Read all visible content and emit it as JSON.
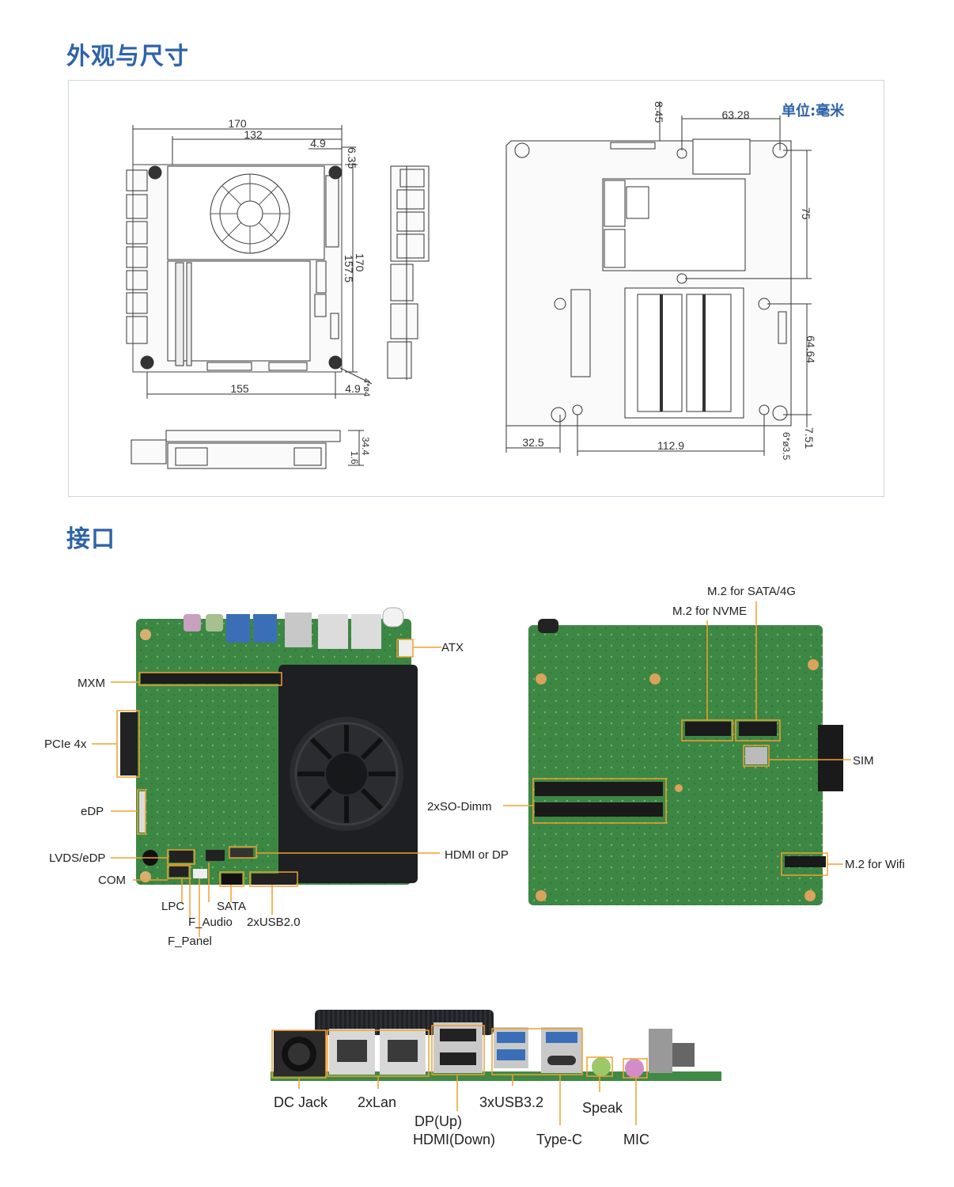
{
  "sections": {
    "dimensions_title": "外观与尺寸",
    "interfaces_title": "接口"
  },
  "unit_label": "单位:毫米",
  "colors": {
    "heading": "#2f63a8",
    "callout_line": "#f0a030",
    "pcb_green": "#3f8a45",
    "heatsink": "#1d1f22"
  },
  "dimensions_left": {
    "width_total": "170",
    "width_inner": "132",
    "offset_top": "4.9",
    "offset_corner": "6.35",
    "height_total": "170",
    "height_inner": "157.5",
    "bottom_width": "155",
    "bottom_offset": "4.9",
    "holes": "4*ø4",
    "side_height": "34.4",
    "side_thickness": "1.6"
  },
  "dimensions_right": {
    "top_offset": "8.45",
    "top_width": "63.28",
    "right_height_top": "75",
    "right_height_mid": "64.64",
    "right_bottom": "7.51",
    "holes": "6*ø3.5",
    "bottom_left": "32.5",
    "bottom_width": "112.9"
  },
  "front_labels": {
    "atx": "ATX",
    "mxm": "MXM",
    "pcie": "PCIe 4x",
    "edp": "eDP",
    "lvds": "LVDS/eDP",
    "com": "COM",
    "lpc": "LPC",
    "f_audio": "F_Audio",
    "f_panel": "F_Panel",
    "sata": "SATA",
    "usb20": "2xUSB2.0",
    "hdmi_dp": "HDMI or DP"
  },
  "back_labels": {
    "m2_sata": "M.2 for SATA/4G",
    "m2_nvme": "M.2 for NVME",
    "sim": "SIM",
    "sodimm": "2xSO-Dimm",
    "m2_wifi": "M.2 for Wifi"
  },
  "io_labels": {
    "dc_jack": "DC Jack",
    "lan": "2xLan",
    "dp_up": "DP(Up)",
    "hdmi_down": "HDMI(Down)",
    "usb32": "3xUSB3.2",
    "typec": "Type-C",
    "speak": "Speak",
    "mic": "MIC"
  }
}
